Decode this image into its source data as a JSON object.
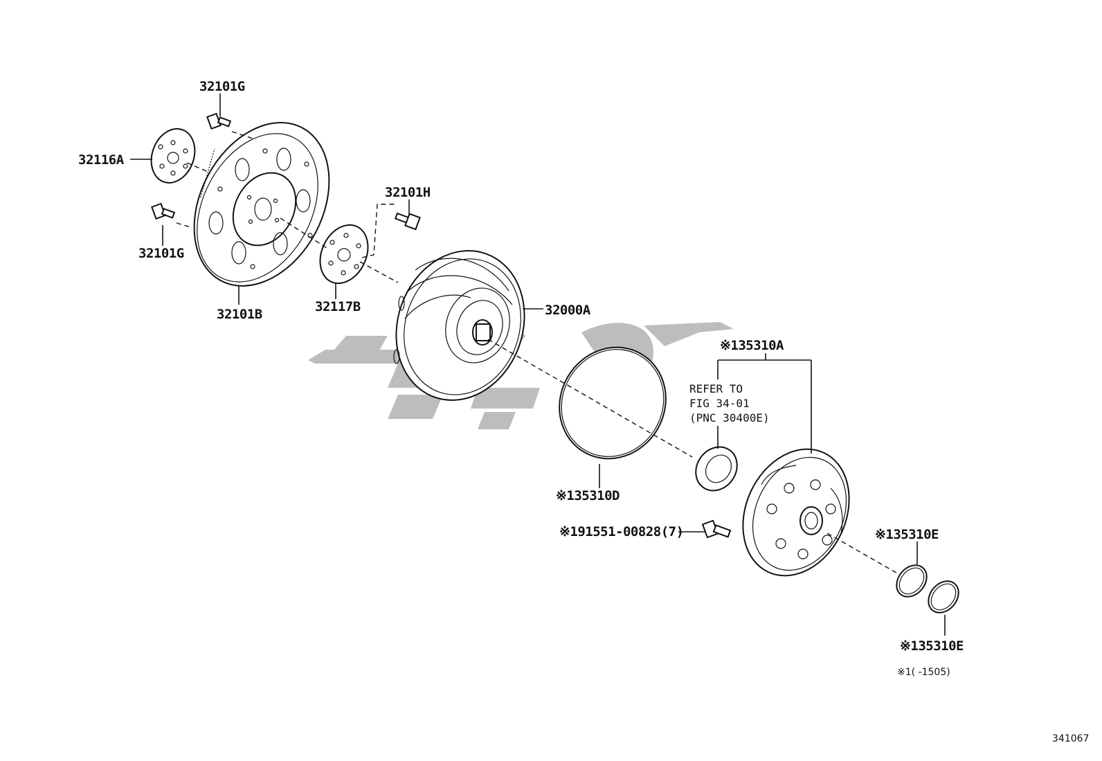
{
  "labels": {
    "p32101G_top": "32101G",
    "p32116A": "32116A",
    "p32101G_left": "32101G",
    "p32101B": "32101B",
    "p32101H": "32101H",
    "p32117B": "32117B",
    "p32000A": "32000A",
    "p35310A": "※135310A",
    "refer_line1": "REFER TO",
    "refer_line2": "FIG 34-01",
    "refer_line3": "(PNC 30400E)",
    "p35310D": "※135310D",
    "p91551": "※191551-00828(7)",
    "p35310E_upper": "※135310E",
    "p35310E_lower": "※135310E",
    "footnote": "※1(    -1505)",
    "figure_number": "341067"
  },
  "colors": {
    "line": "#111111",
    "watermark": "#bdbdbd",
    "background": "#ffffff"
  }
}
